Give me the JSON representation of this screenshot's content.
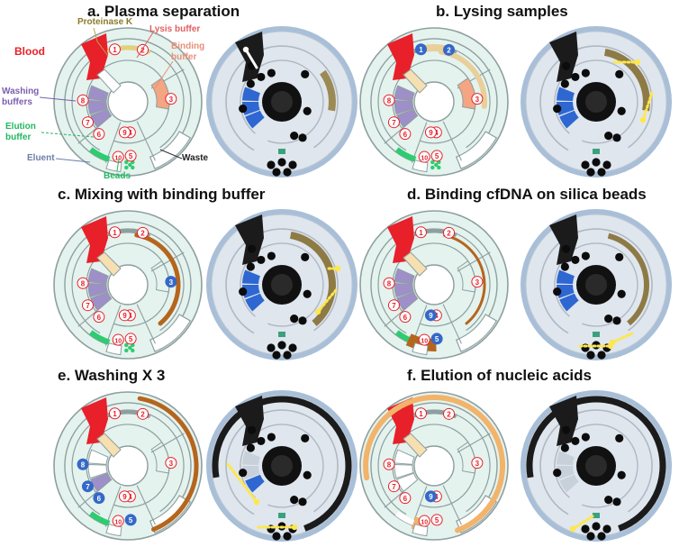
{
  "panels": [
    {
      "id": "a",
      "title": "a. Plasma separation"
    },
    {
      "id": "b",
      "title": "b. Lysing samples"
    },
    {
      "id": "c",
      "title": "c. Mixing with binding buffer"
    },
    {
      "id": "d",
      "title": "d. Binding cfDNA on silica beads"
    },
    {
      "id": "e",
      "title": "e. Washing X 3"
    },
    {
      "id": "f",
      "title": "f. Elution of nucleic acids"
    }
  ],
  "callouts": {
    "proteinase_k": "Proteinase K",
    "blood": "Blood",
    "lysis_buffer": "Lysis buffer",
    "binding_buffer_line1": "Binding",
    "binding_buffer_line2": "buffer",
    "washing_buffers_line1": "Washing",
    "washing_buffers_line2": "buffers",
    "elution_buffer_line1": "Elution",
    "elution_buffer_line2": "buffer",
    "eluent": "Eluent",
    "beads": "Beads",
    "waste": "Waste"
  },
  "chamber_numbers": [
    "1",
    "2",
    "3",
    "4",
    "5",
    "6",
    "7",
    "8",
    "9",
    "10"
  ],
  "colors": {
    "blood": "#e8202a",
    "chamber_number": "#e8202a",
    "proteinase_k": "#8a7a2a",
    "lysis_buffer": "#e06060",
    "binding_buffer": "#f4a582",
    "washing_buffers": "#9f8fc8",
    "elution_buffer": "#2ecc71",
    "eluent": "#6a7fa8",
    "beads": "#2ecc71",
    "mixed_brown": "#b5651d",
    "eluted_tan": "#f2b36b",
    "disc_fill": "#e4f3ee",
    "channel_stroke": "#8e9fa0",
    "photo_dark": "#1b1b1b",
    "photo_rim": "#a9bfd8",
    "photo_face": "#dfe6ee",
    "arrow": "#ffe74a"
  }
}
